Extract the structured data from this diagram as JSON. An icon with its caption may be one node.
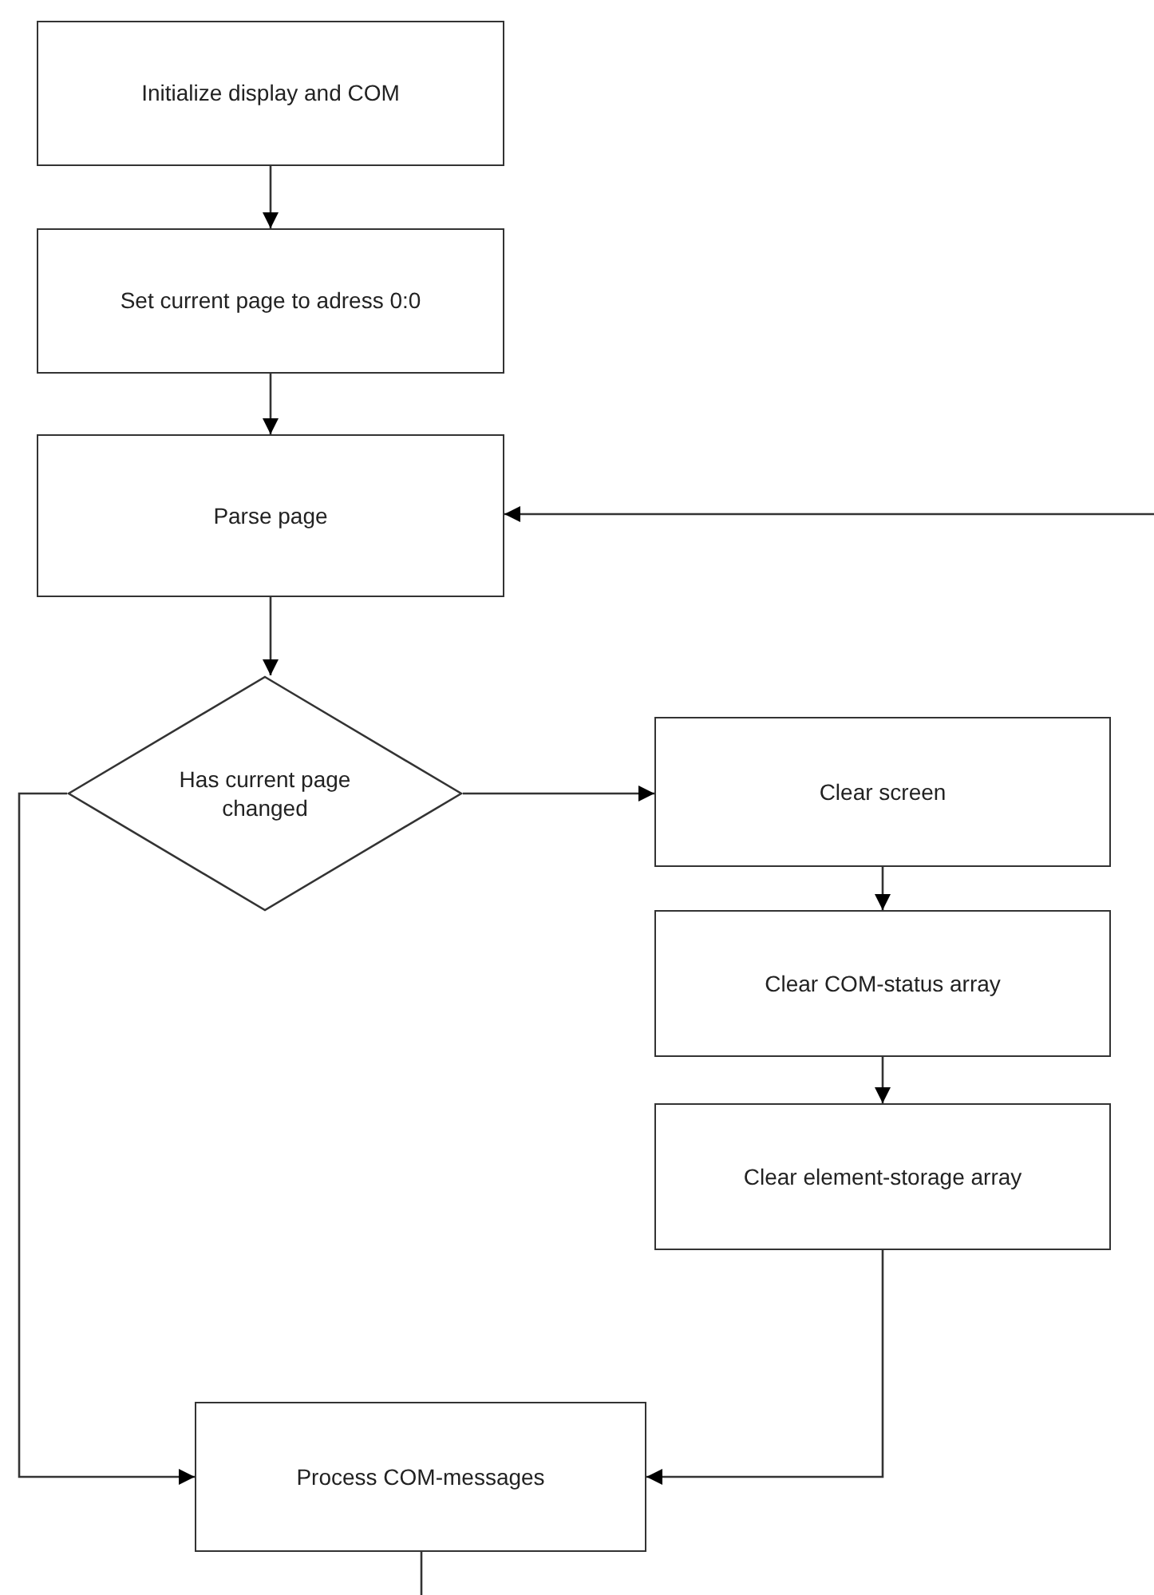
{
  "diagram": {
    "nodes": [
      {
        "text": [
          "Initialize display and COM"
        ]
      },
      {
        "text": [
          "Set current page to adress 0:0"
        ]
      },
      {
        "text": [
          "Parse page"
        ]
      },
      {
        "text": [
          "Has current page changed"
        ]
      },
      {
        "text": [
          "Clear screen"
        ]
      },
      {
        "text": [
          "Clear COM-status array"
        ]
      },
      {
        "text": [
          "Clear element-storage array"
        ]
      },
      {
        "text": [
          "Process COM-messages"
        ]
      }
    ],
    "edges": [
      {
        "from": 0,
        "to": 1,
        "arrow": "to"
      },
      {
        "from": 1,
        "to": 2,
        "arrow": "to"
      },
      {
        "from": 2,
        "to": 3,
        "arrow": "to"
      },
      {
        "from": 3,
        "to": 4,
        "arrow": "to"
      },
      {
        "from": 3,
        "to": 7,
        "arrow": "to"
      },
      {
        "from": 4,
        "to": 5,
        "arrow": "to"
      },
      {
        "from": 5,
        "to": 6,
        "arrow": "to"
      },
      {
        "from": 6,
        "to": 7,
        "arrow": "to"
      },
      {
        "from": null,
        "to": 2,
        "arrow": "to"
      },
      {
        "from": 7,
        "to": null,
        "arrow": "none"
      }
    ]
  }
}
